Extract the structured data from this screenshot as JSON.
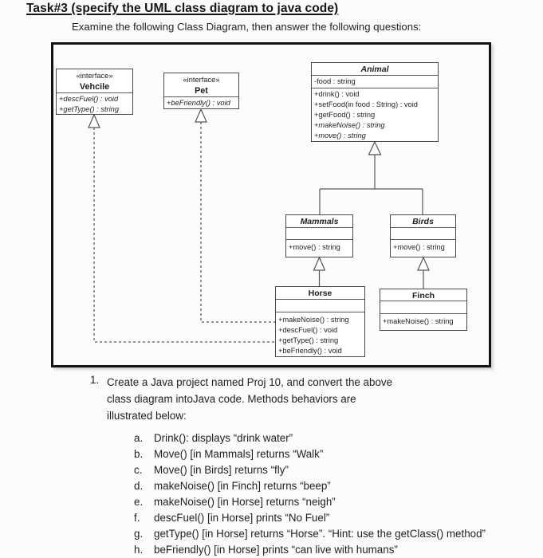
{
  "page": {
    "title": "Task#3 (specify the UML class diagram to java code)",
    "subtitle": "Examine the following Class Diagram, then answer the following questions:"
  },
  "colors": {
    "ink": "#1f1f1f",
    "frame_border": "#141414",
    "box_border": "#4a4a4a"
  },
  "diagram": {
    "classes": [
      {
        "stereotype": "«interface»",
        "name": "Vehcile",
        "abstract": true,
        "attributes": [],
        "methods": [
          "+descFuel() : void",
          "+getType() : string"
        ]
      },
      {
        "stereotype": "«interface»",
        "name": "Pet",
        "abstract": true,
        "attributes": [],
        "methods": [
          "+beFriendly() : void"
        ]
      },
      {
        "name": "Animal",
        "abstract": true,
        "attributes": [
          "-food : string"
        ],
        "methods": [
          "+drink() : void",
          "+setFood(in food : String) : void",
          "+getFood() : string",
          "+makeNoise() : string",
          "+move() : string"
        ]
      },
      {
        "name": "Mammals",
        "abstract": true,
        "attributes": [],
        "methods": [
          "+move() : string"
        ]
      },
      {
        "name": "Birds",
        "abstract": true,
        "attributes": [],
        "methods": [
          "+move() : string"
        ]
      },
      {
        "name": "Horse",
        "abstract": false,
        "attributes": [],
        "methods": [
          "+makeNoise() : string",
          "+descFuel() : void",
          "+getType() : string",
          "+beFriendly() : void"
        ]
      },
      {
        "name": "Finch",
        "abstract": false,
        "attributes": [],
        "methods": [
          "+makeNoise() : string"
        ]
      }
    ],
    "relations": [
      {
        "from": "Mammals",
        "to": "Animal",
        "type": "generalization"
      },
      {
        "from": "Birds",
        "to": "Animal",
        "type": "generalization"
      },
      {
        "from": "Horse",
        "to": "Mammals",
        "type": "generalization"
      },
      {
        "from": "Finch",
        "to": "Birds",
        "type": "generalization"
      },
      {
        "from": "Horse",
        "to": "Vehcile",
        "type": "realization"
      },
      {
        "from": "Horse",
        "to": "Pet",
        "type": "realization"
      }
    ]
  },
  "questions": {
    "number": "1.",
    "intro_lines": [
      "Create a Java project named Proj 10, and convert the above",
      "class diagram intoJava code. Methods behaviors are",
      "illustrated below:"
    ],
    "items": [
      {
        "letter": "a.",
        "text": "Drink(): displays “drink water”"
      },
      {
        "letter": "b.",
        "text": "Move() [in Mammals] returns “Walk”"
      },
      {
        "letter": "c.",
        "text": "Move() [in Birds] returns “fly”"
      },
      {
        "letter": "d.",
        "text": "makeNoise() [in Finch] returns “beep”"
      },
      {
        "letter": "e.",
        "text": "makeNoise() [in Horse] returns “neigh”"
      },
      {
        "letter": "f.",
        "text": "descFuel() [in Horse] prints “No Fuel”"
      },
      {
        "letter": "g.",
        "text": "getType() [in Horse] returns “Horse”. “Hint: use the getClass() method”"
      },
      {
        "letter": "h.",
        "text": "beFriendly() [in Horse] prints “can live with humans”"
      }
    ]
  }
}
